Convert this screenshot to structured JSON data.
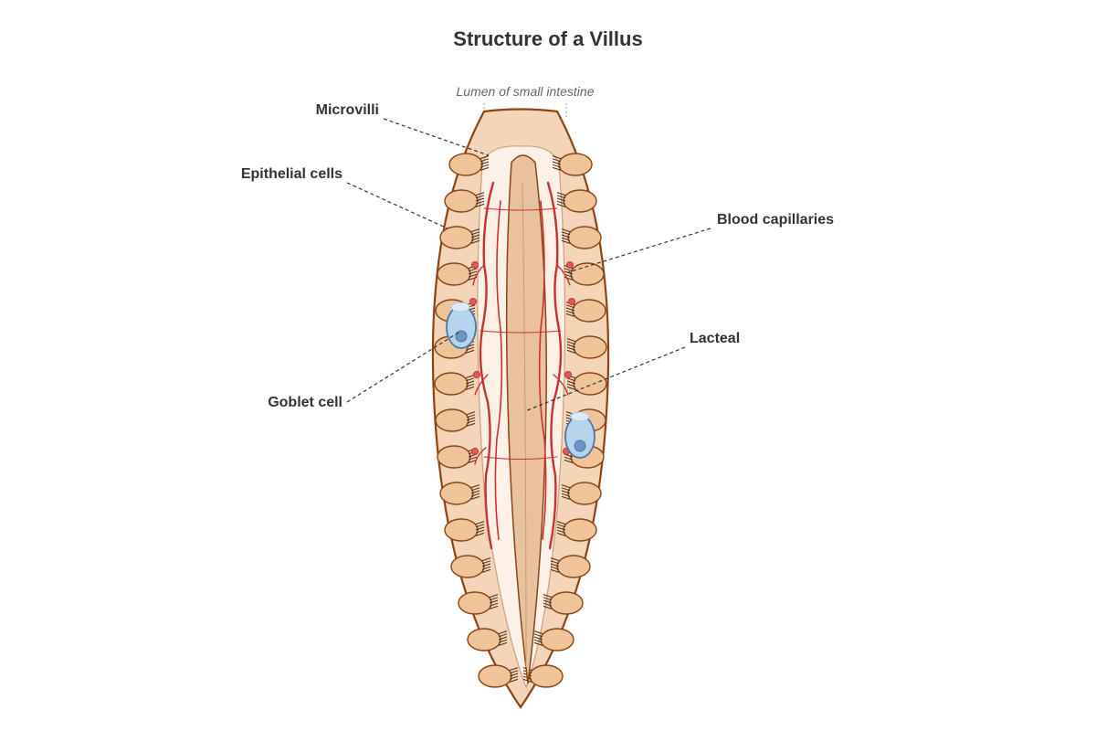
{
  "diagram": {
    "title": "Structure of a Villus",
    "lumen_label": "Lumen of small intestine",
    "labels": {
      "microvilli": "Microvilli",
      "epithelial_cells": "Epithelial cells",
      "goblet_cell": "Goblet cell",
      "blood_capillaries": "Blood capillaries",
      "lacteal": "Lacteal"
    }
  },
  "colors": {
    "villus_outer": "#f5d5b8",
    "villus_outline": "#8b4513",
    "cell_fill": "#f0c498",
    "cell_outline": "#8b4513",
    "inner_tissue": "#fdf0e6",
    "lacteal": "#e8c29c",
    "capillary": "#c83232",
    "goblet": "#b6d4ec",
    "goblet_outline": "#4a78a8",
    "goblet_nucleus": "#6a96c8"
  }
}
